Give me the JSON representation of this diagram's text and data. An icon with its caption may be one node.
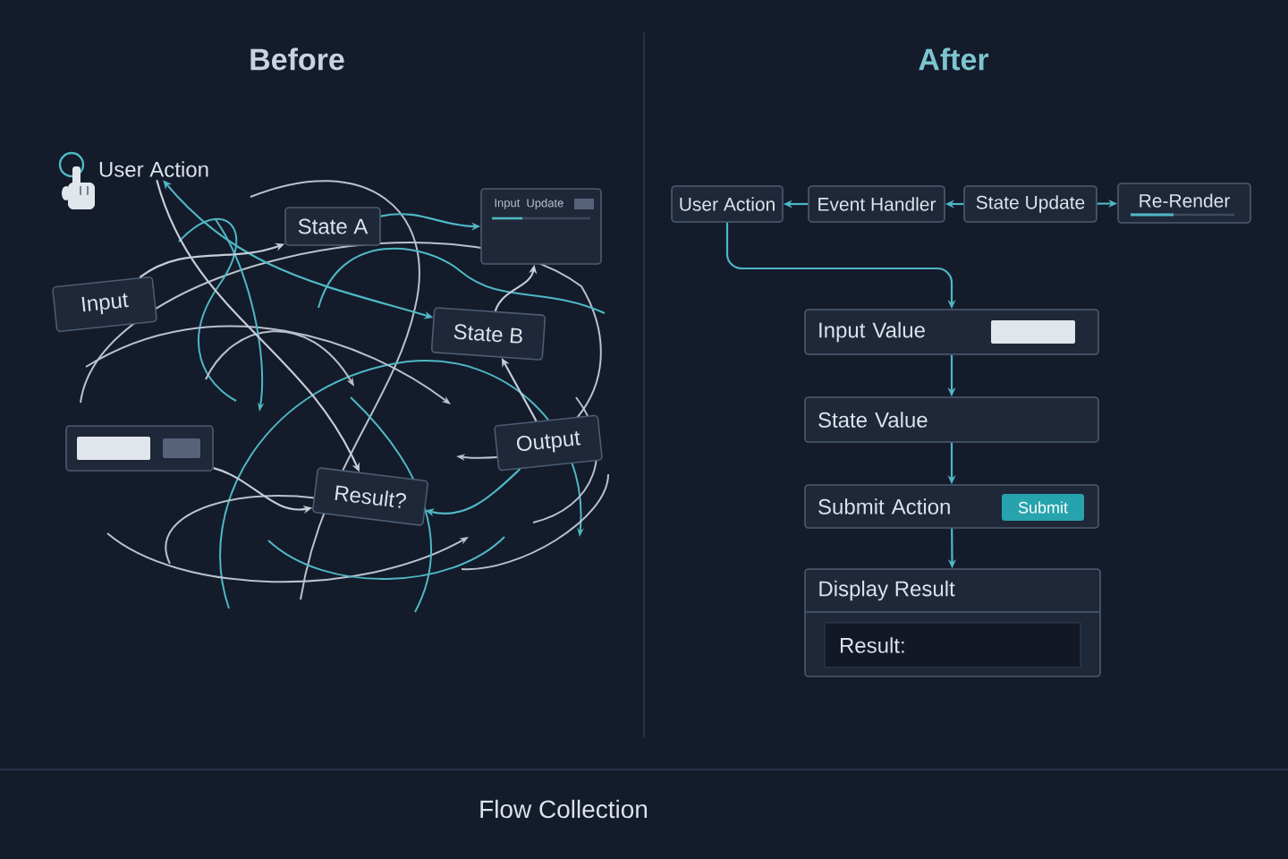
{
  "diagram": {
    "caption": "Flow Collection",
    "nodes": [
      {
        "text": [
          "User Action"
        ]
      },
      {
        "text": [
          "State A"
        ]
      },
      {
        "text": [
          "Input",
          "Update"
        ]
      },
      {
        "text": [
          "Input"
        ]
      },
      {
        "text": [
          "State B"
        ]
      },
      {
        "text": [],
        "shape": "box"
      },
      {
        "text": [
          "Output"
        ]
      },
      {
        "text": [
          "Result?"
        ]
      },
      {
        "text": [
          "User Action"
        ]
      },
      {
        "text": [
          "Event Handler"
        ]
      },
      {
        "text": [
          "State Update"
        ]
      },
      {
        "text": [
          "Re-Render"
        ]
      },
      {
        "text": [
          "Input Value"
        ]
      },
      {
        "text": [
          "State Value"
        ]
      },
      {
        "text": [
          "Submit Action"
        ]
      },
      {
        "text": [
          "Submit"
        ],
        "in": 14
      },
      {
        "text": [
          "Display Result"
        ]
      },
      {
        "text": [
          "Result:"
        ],
        "in": 16
      }
    ],
    "edges": [
      {
        "from": 0,
        "to": 4,
        "arrow": "both"
      },
      {
        "from": 0,
        "to": 7,
        "arrow": "to",
        "color": "#c5cdd8"
      },
      {
        "from": 3,
        "to": 1,
        "arrow": "to",
        "color": "#c5cdd8"
      },
      {
        "from": 1,
        "to": 2,
        "arrow": "to"
      },
      {
        "from": 4,
        "to": 2,
        "arrow": "to",
        "color": "#c5cdd8"
      },
      {
        "from": 6,
        "to": 4,
        "arrow": "to",
        "color": "#c5cdd8"
      },
      {
        "from": 6,
        "to": 7,
        "arrow": "to"
      },
      {
        "from": 5,
        "to": 7,
        "arrow": "to",
        "color": "#c5cdd8"
      },
      {
        "from": 9,
        "to": 8,
        "arrow": "to"
      },
      {
        "from": 10,
        "to": 9,
        "arrow": "to"
      },
      {
        "from": 10,
        "to": 11,
        "arrow": "to"
      },
      {
        "from": 8,
        "to": 12,
        "arrow": "to"
      },
      {
        "from": 12,
        "to": 13,
        "arrow": "to"
      },
      {
        "from": 13,
        "to": 14,
        "arrow": "to"
      },
      {
        "from": 14,
        "to": 16,
        "arrow": "to"
      }
    ],
    "labels": [
      "Before",
      "After"
    ]
  }
}
